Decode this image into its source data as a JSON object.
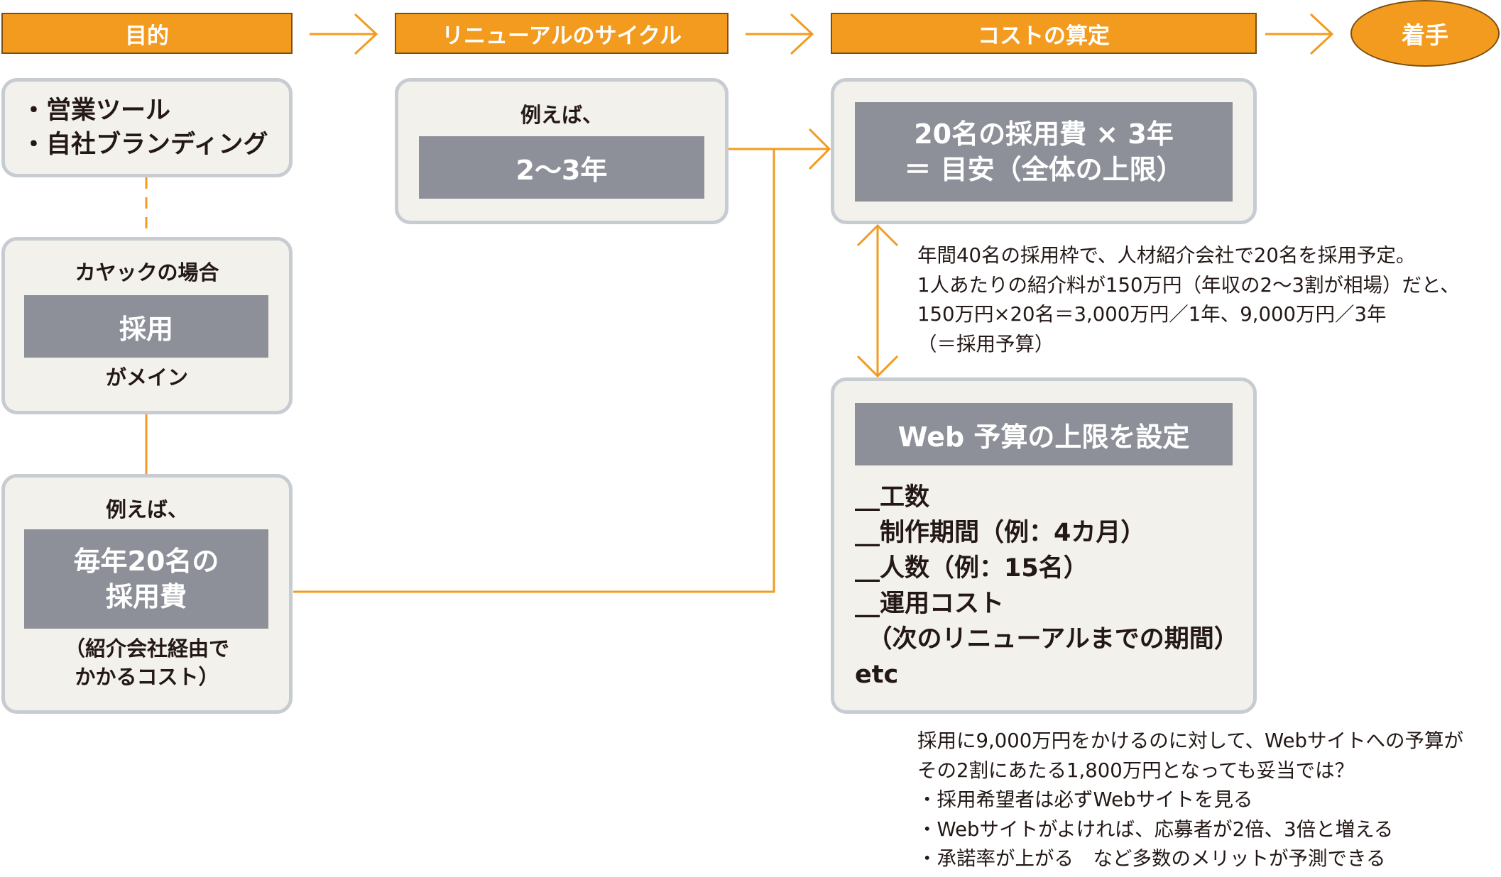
{
  "headers": {
    "purpose": "目的",
    "cycle": "リニューアルのサイクル",
    "cost": "コストの算定",
    "start": "着手"
  },
  "purpose_box": {
    "line1": "・営業ツール",
    "line2": "・自社ブランディング"
  },
  "kayak_box": {
    "label": "カヤックの場合",
    "highlight": "採用",
    "suffix": "がメイン"
  },
  "example_box": {
    "label": "例えば、",
    "highlight_line1": "毎年20名の",
    "highlight_line2": "採用費",
    "note_line1": "（紹介会社経由で",
    "note_line2": "かかるコスト）"
  },
  "cycle_box": {
    "label": "例えば、",
    "highlight": "2〜3年"
  },
  "budget_box": {
    "line1": "20名の採用費 × 3年",
    "line2": "＝ 目安（全体の上限）"
  },
  "budget_note": [
    "年間40名の採用枠で、人材紹介会社で20名を採用予定。",
    "1人あたりの紹介料が150万円（年収の2〜3割が相場）だと、",
    "150万円×20名＝3,000万円／1年、9,000万円／3年",
    "（＝採用予算）"
  ],
  "web_box": {
    "title": "Web 予算の上限を設定",
    "items": [
      "__工数",
      "__制作期間（例：4カ月）",
      "__人数（例：15名）",
      "__運用コスト",
      "　（次のリニューアルまでの期間）",
      "etc"
    ]
  },
  "bottom_note": [
    "採用に9,000万円をかけるのに対して、Webサイトへの予算が",
    "その2割にあたる1,800万円となっても妥当では？",
    "・採用希望者は必ずWebサイトを見る",
    "・Webサイトがよければ、応募者が2倍、3倍と増える",
    "・承諾率が上がる　など多数のメリットが予測できる"
  ],
  "colors": {
    "orange": "#f39b1f",
    "gray_box": "#8d9098",
    "panel": "#f3f1eb",
    "panel_border": "#c6ccd1"
  }
}
